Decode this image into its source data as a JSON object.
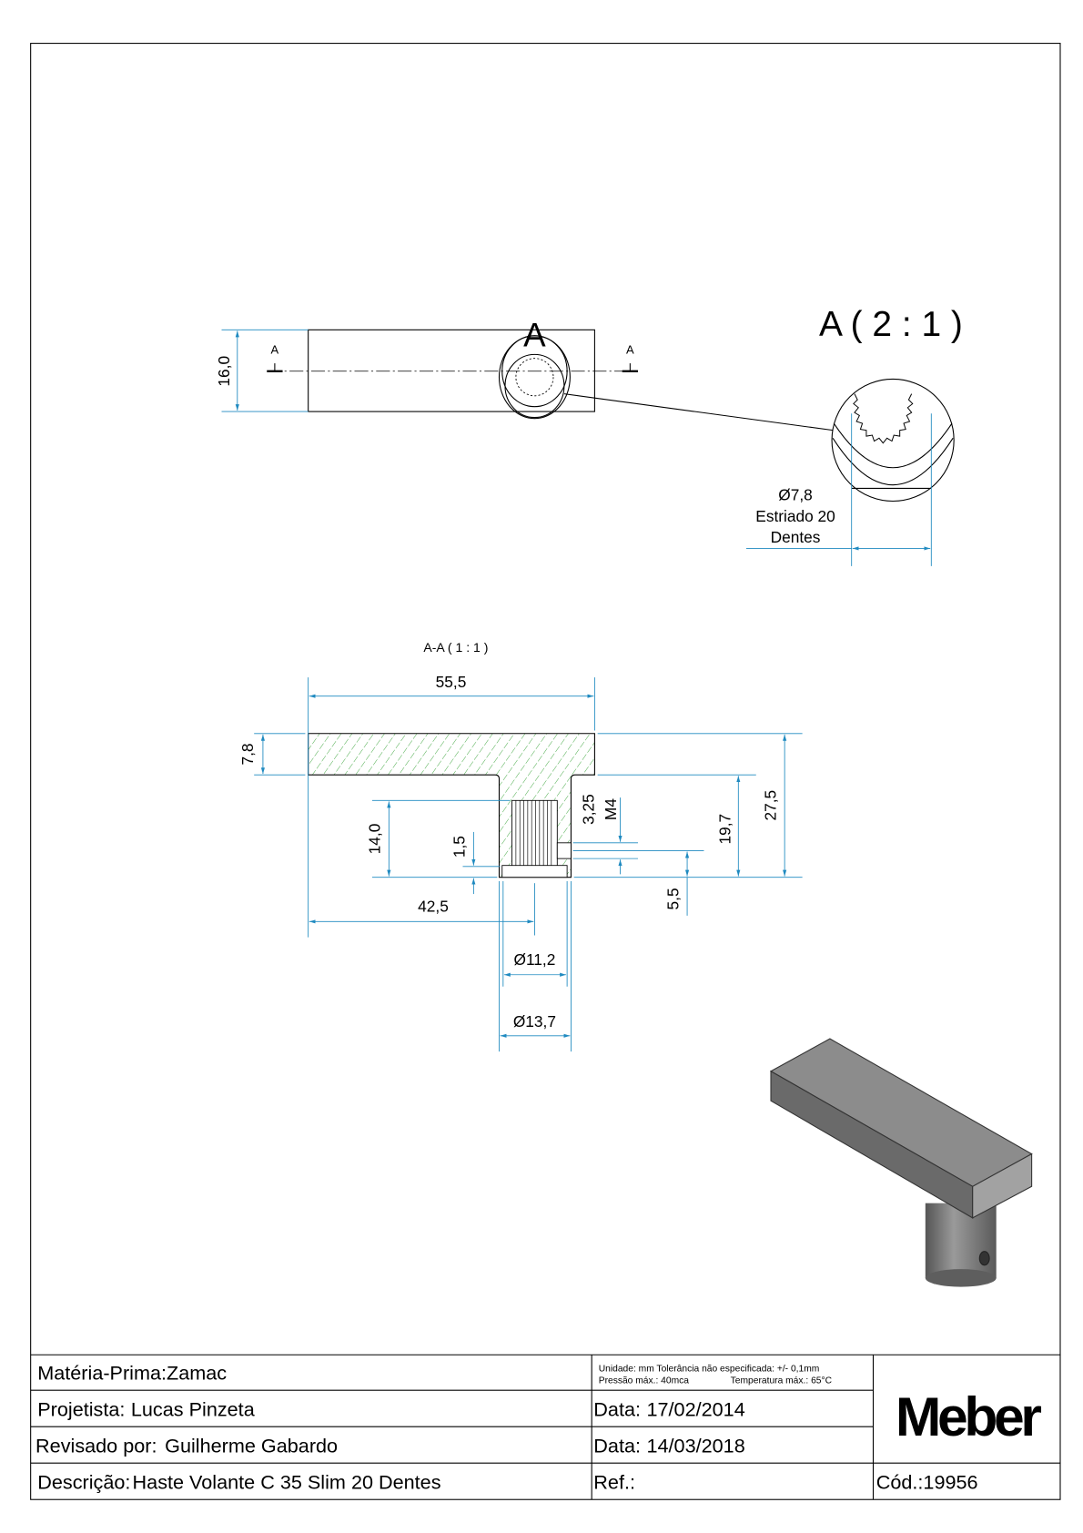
{
  "top_view": {
    "section_mark_left": "A",
    "section_mark_right": "A",
    "detail_marker": "A",
    "dim_height": "16,0"
  },
  "detail_view": {
    "title": "A ( 2 : 1 )",
    "dim_diameter": "Ø7,8",
    "note_line1": "Estriado 20",
    "note_line2": "Dentes"
  },
  "section_view": {
    "title": "A-A ( 1 : 1 )",
    "dims": {
      "overall_length": "55,5",
      "flange_thickness": "7,8",
      "overall_height": "27,5",
      "stem_height": "19,7",
      "bore_depth": "14,0",
      "recess_depth": "1,5",
      "thread_pitch": "3,25",
      "thread_size": "M4",
      "hole_height": "5,5",
      "axis_offset": "42,5",
      "bore_diameter": "Ø11,2",
      "stem_diameter": "Ø13,7"
    }
  },
  "colors": {
    "dimension": "#1f8ac0",
    "hatch": "#2e9e2e",
    "render_gray": "#7a7a7a"
  },
  "title_block": {
    "material_label": "Matéria-Prima:",
    "material_value": "Zamac",
    "notes_line1": "Unidade: mm Tolerância não especificada: +/- 0,1mm",
    "notes_line2_a": "Pressão máx.: 40mca",
    "notes_line2_b": "Temperatura máx.: 65°C",
    "designer_label": "Projetista:",
    "designer_value": "Lucas Pinzeta",
    "date1_label": "Data:",
    "date1_value": "17/02/2014",
    "reviewer_label": "Revisado por:",
    "reviewer_value": "Guilherme Gabardo",
    "date2_label": "Data:",
    "date2_value": "14/03/2018",
    "description_label": "Descrição:",
    "description_value": "Haste Volante C 35 Slim 20 Dentes",
    "ref_label": "Ref.:",
    "code_label": "Cód.:",
    "code_value": "19956",
    "logo": "Meber"
  }
}
